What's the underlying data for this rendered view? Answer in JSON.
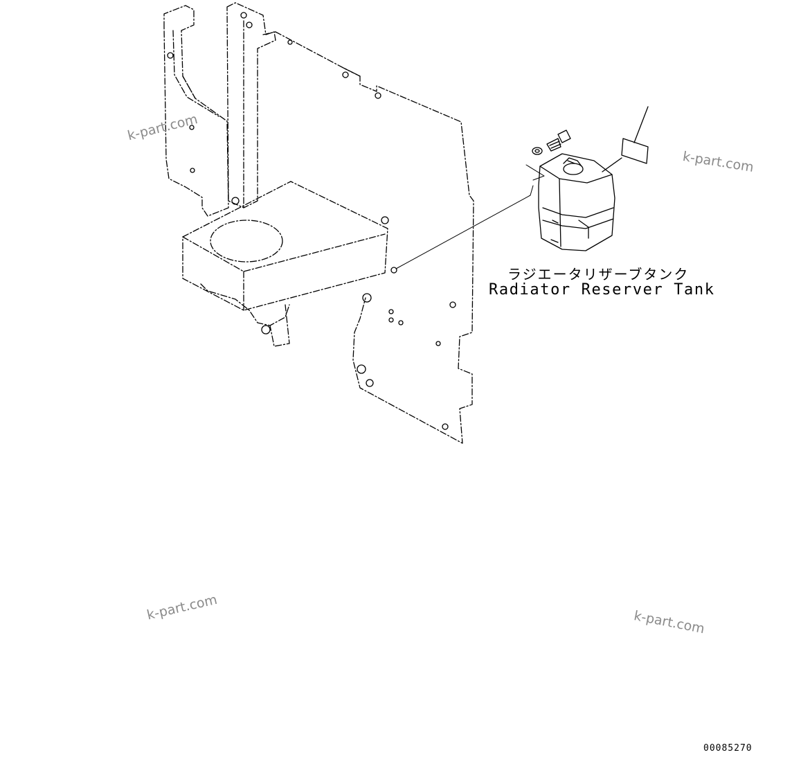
{
  "labels": {
    "part_name_jp": "ラジエータリザーブタンク",
    "part_name_en": "Radiator Reserver Tank"
  },
  "watermarks": [
    "k-part.com",
    "k-part.com",
    "k-part.com",
    "k-part.com"
  ],
  "drawing_code": "00085270",
  "colors": {
    "line": "#000000",
    "watermark": "#8a8a8a",
    "background": "#ffffff"
  }
}
